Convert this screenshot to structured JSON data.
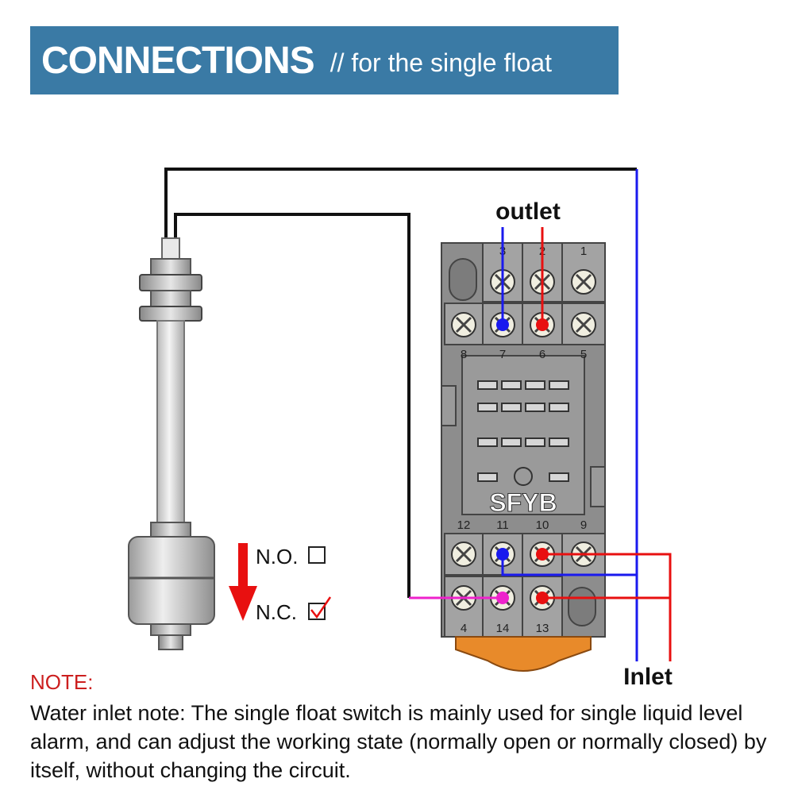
{
  "header": {
    "title": "CONNECTIONS",
    "subtitle": "// for the single float"
  },
  "labels": {
    "outlet": "outlet",
    "inlet": "Inlet",
    "brand": "SFYB",
    "no": "N.O.",
    "nc": "N.C."
  },
  "terminals": {
    "top_row": [
      "3",
      "2",
      "1"
    ],
    "upper_row": [
      "8",
      "7",
      "6",
      "5"
    ],
    "lower_row": [
      "12",
      "11",
      "10",
      "9"
    ],
    "bottom_row": [
      "4",
      "14",
      "13"
    ]
  },
  "states": {
    "no_checked": false,
    "nc_checked": true
  },
  "note": {
    "title": "NOTE:",
    "body": "Water inlet note: The single float switch is mainly used for single liquid level alarm, and can adjust the working state (normally open or normally closed) by itself, without changing the circuit."
  },
  "colors": {
    "banner": "#3a7aa5",
    "note_title": "#cc1f1f",
    "wire_blue": "#1a1aee",
    "wire_red": "#e81010",
    "wire_magenta": "#ee22cc",
    "socket": "#8d8d8d",
    "arrow": "#e81010",
    "clip": "#e88a2a"
  }
}
